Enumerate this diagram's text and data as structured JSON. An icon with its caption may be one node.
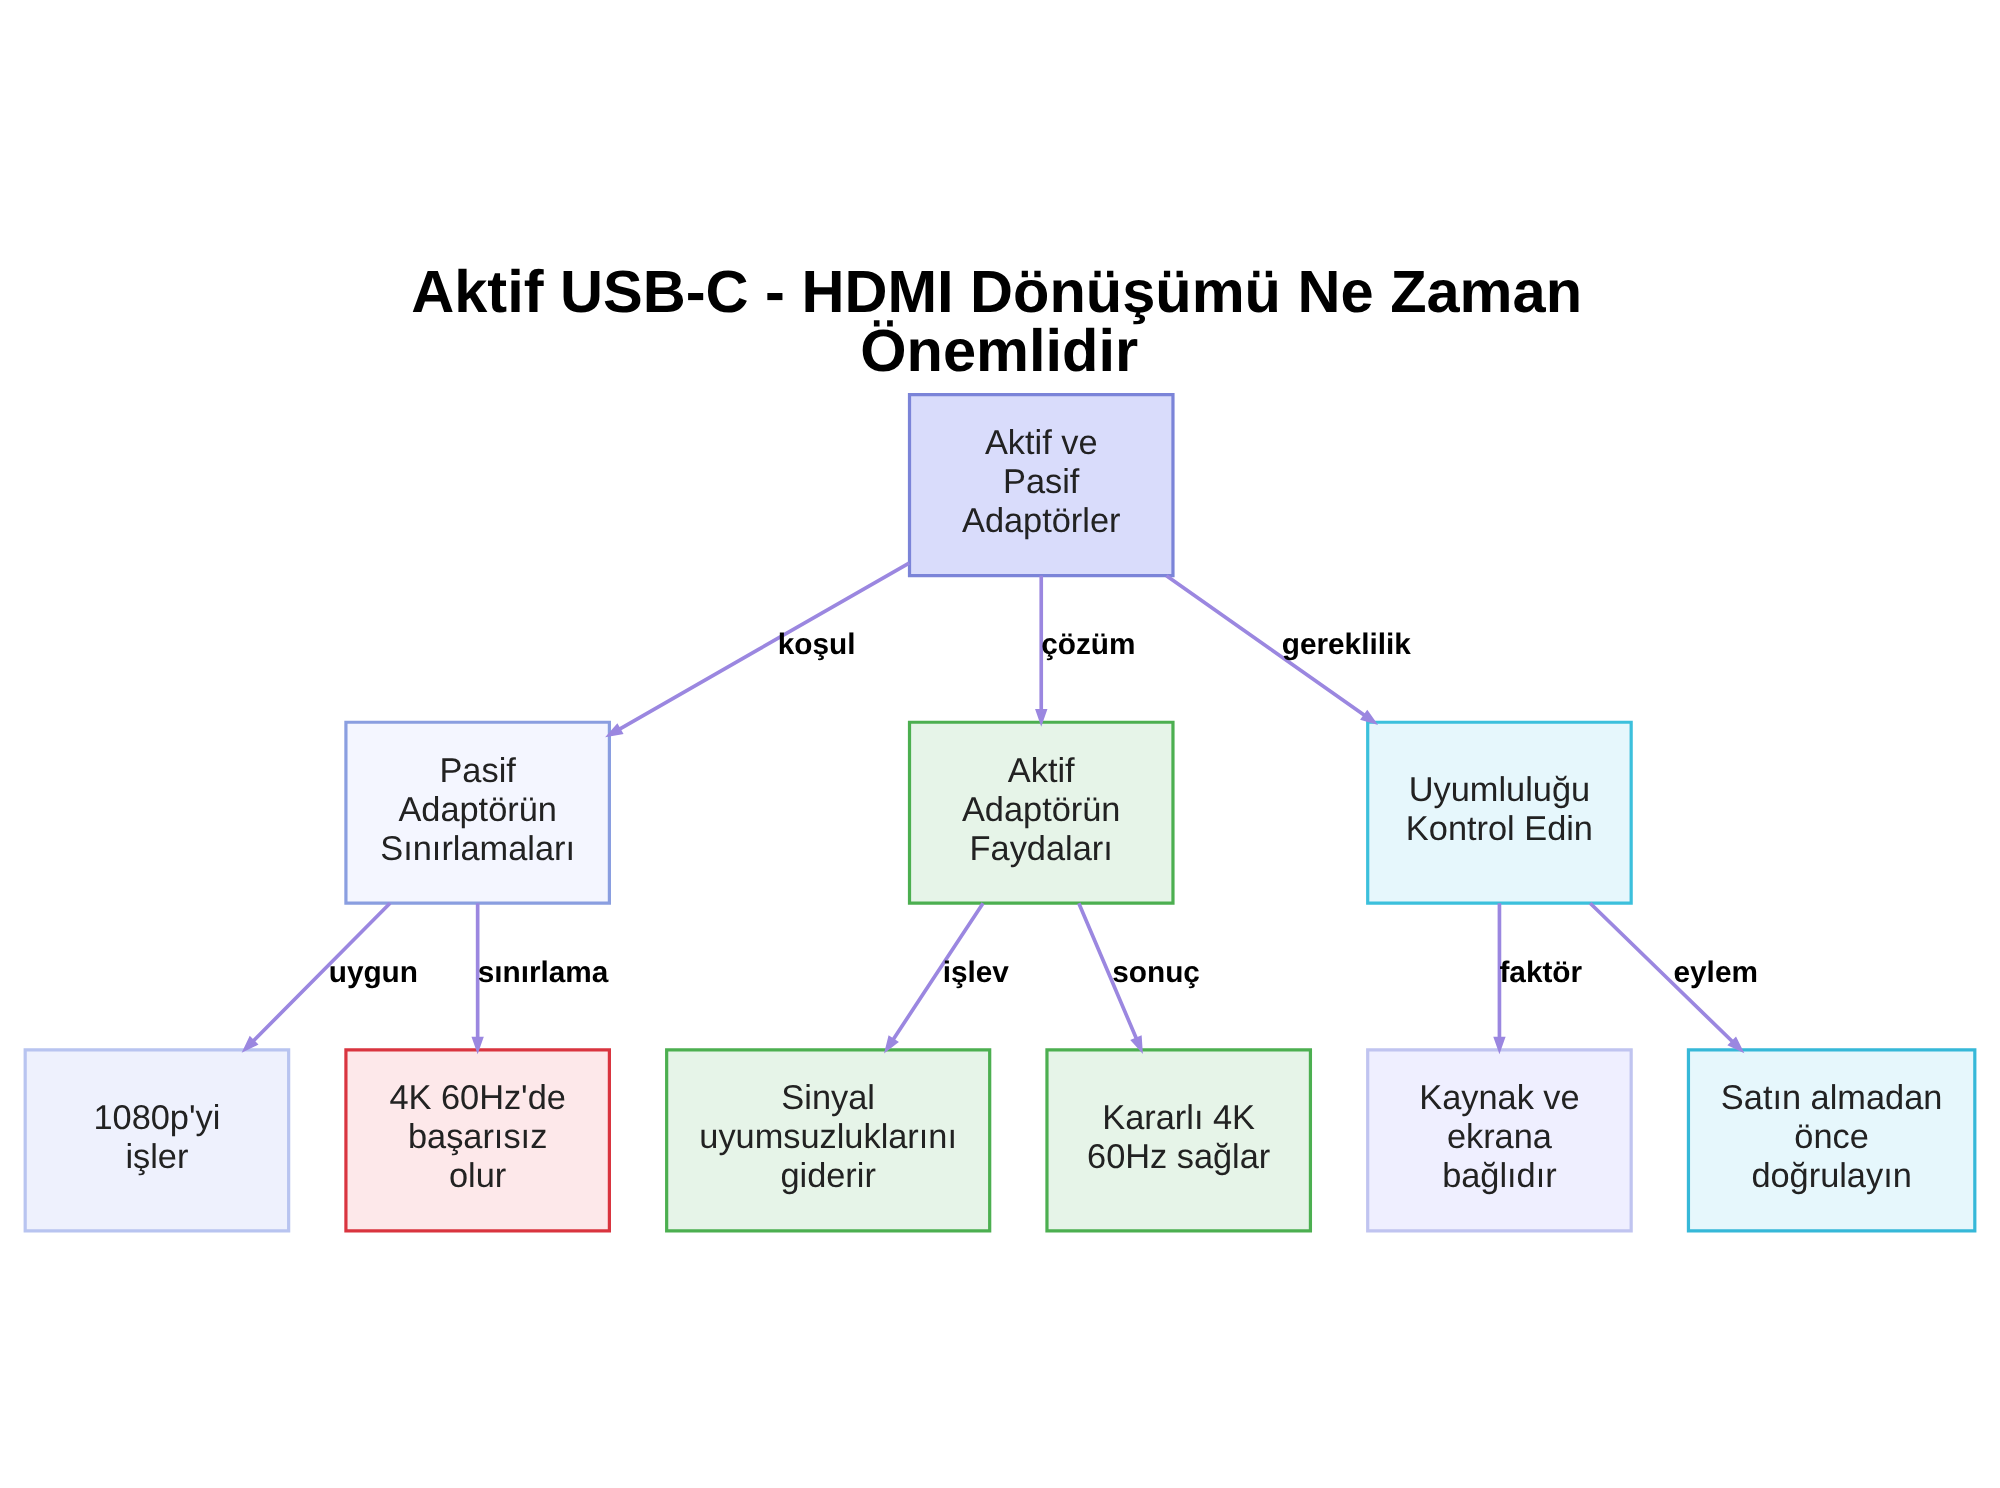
{
  "diagram": {
    "title": "Aktif USB-C - HDMI Dönüşümü Ne Zaman Önemlidir",
    "nodes": [
      {
        "text": [
          "Aktif ve Pasif Adaptörler"
        ]
      },
      {
        "text": [
          "Pasif Adaptörün Sınırlamaları"
        ]
      },
      {
        "text": [
          "Aktif Adaptörün Faydaları"
        ]
      },
      {
        "text": [
          "Uyumluluğu Kontrol Edin"
        ]
      },
      {
        "text": [
          "1080p'yi işler"
        ]
      },
      {
        "text": [
          "4K 60Hz'de başarısız olur"
        ]
      },
      {
        "text": [
          "Sinyal uyumsuzluklarını giderir"
        ]
      },
      {
        "text": [
          "Kararlı 4K 60Hz sağlar"
        ]
      },
      {
        "text": [
          "Kaynak ve ekrana bağlıdır"
        ]
      },
      {
        "text": [
          "Satın almadan önce doğrulayın"
        ]
      }
    ],
    "edges": [
      {
        "from": 0,
        "to": 1,
        "arrow": "to",
        "label": "koşul"
      },
      {
        "from": 0,
        "to": 2,
        "arrow": "to",
        "label": "çözüm"
      },
      {
        "from": 0,
        "to": 3,
        "arrow": "to",
        "label": "gereklilik"
      },
      {
        "from": 1,
        "to": 4,
        "arrow": "to",
        "label": "uygun"
      },
      {
        "from": 1,
        "to": 5,
        "arrow": "to",
        "label": "sınırlama"
      },
      {
        "from": 2,
        "to": 6,
        "arrow": "to",
        "label": "işlev"
      },
      {
        "from": 2,
        "to": 7,
        "arrow": "to",
        "label": "sonuç"
      },
      {
        "from": 3,
        "to": 8,
        "arrow": "to",
        "label": "faktör"
      },
      {
        "from": 3,
        "to": 9,
        "arrow": "to",
        "label": "eylem"
      }
    ]
  }
}
